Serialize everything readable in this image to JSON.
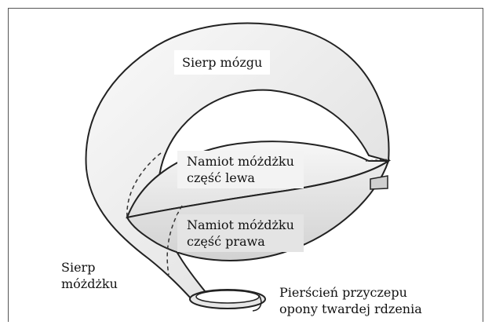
{
  "labels": {
    "falx_cerebri": "Sierp mózgu",
    "tentorium_left_1": "Namiot móżdżku",
    "tentorium_left_2": "część lewa",
    "tentorium_right_1": "Namiot móżdżku",
    "tentorium_right_2": "część prawa",
    "falx_cerebelli_1": "Sierp",
    "falx_cerebelli_2": "móżdżku",
    "ring_1": "Pierścień przyczepu",
    "ring_2": "opony twardej rdzenia"
  },
  "colors": {
    "fill_light": "#f1f1f1",
    "fill_mid": "#e2e2e2",
    "outline": "#222222"
  }
}
